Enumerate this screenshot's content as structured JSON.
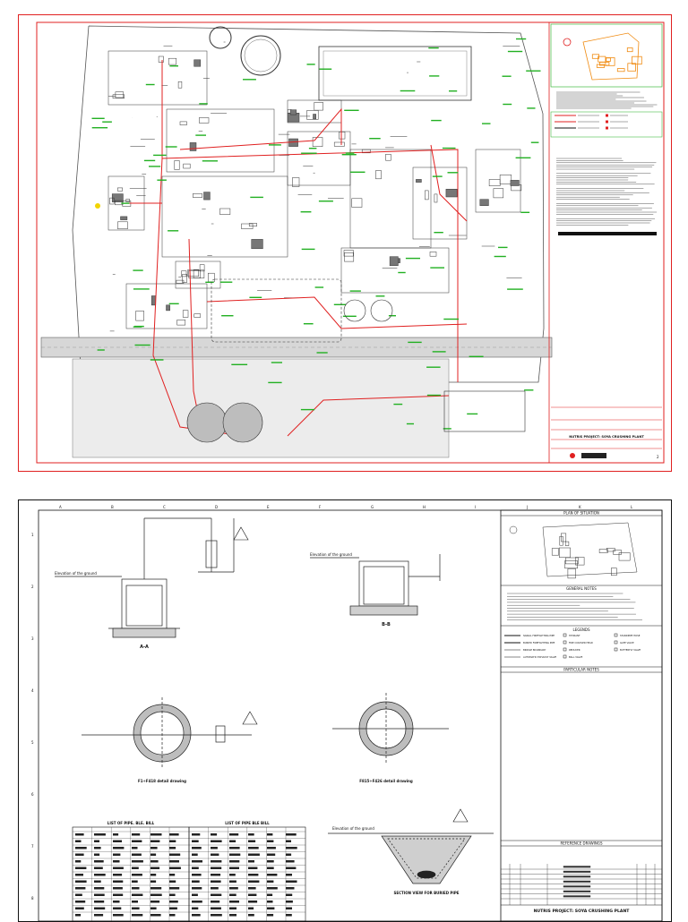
{
  "sheet1": {
    "title_block": {
      "project": "NUTRIS PROJECT: SOYA CRUSHING PLANT",
      "sheet_no": "2"
    }
  },
  "sheet2": {
    "grid_letters": [
      "A",
      "B",
      "C",
      "D",
      "E",
      "F",
      "G",
      "H",
      "I",
      "J",
      "K",
      "L"
    ],
    "grid_numbers": [
      "1",
      "2",
      "3",
      "4",
      "5",
      "6",
      "7",
      "8"
    ],
    "panel_titles": {
      "plan": "PLAN OF SITUATION",
      "general": "GENERAL NOTES",
      "legends": "LEGENDS",
      "particular": "PARTICULAR NOTES",
      "reference": "REFERENCE DRAWINGS"
    },
    "project": "NUTRIS PROJECT: SOYA CRUSHING PLANT",
    "details": {
      "elevation_ground": "Elevation of the ground",
      "section_aa": "A-A",
      "section_bb": "B-B",
      "f1_caption": "F1÷F418 detail drawing",
      "f2_caption": "F815÷F426 detail drawing",
      "section_view_caption": "SECTION VIEW FOR BURIED PIPE",
      "bill1_title": "LIST OF PIPE. BLE. BILL",
      "bill2_title": "LIST OF PIPE BLE BILL"
    },
    "legend_items": [
      "SIGNAL FIREFIGHTING PIPE",
      "BURIED FIREFIGHTING PIPE",
      "BRIDGE BOUNDARY",
      "AUTOMATIC EXHAUST VALVE",
      "HYDRANT",
      "FIRE COUPLER HEAD",
      "REDUCER",
      "BALL VALVE",
      "STANDPIPE HOSE",
      "GATE VALVE",
      "BUTTERFLY VALVE"
    ]
  },
  "colors": {
    "sheet1_frame": "#e02020",
    "fire_pipe": "#e02020",
    "labels": "#22b022",
    "linework": "#333333",
    "orange_site": "#f08a10"
  }
}
